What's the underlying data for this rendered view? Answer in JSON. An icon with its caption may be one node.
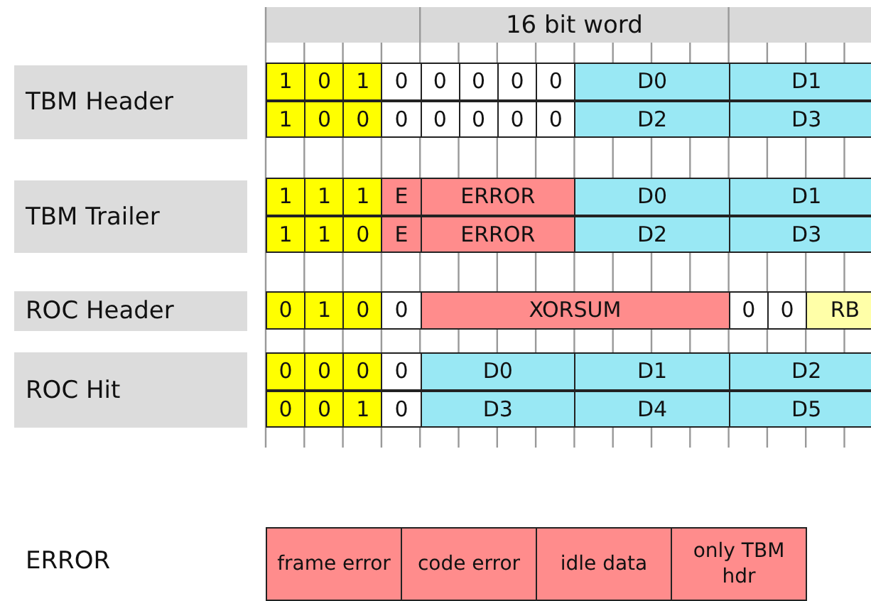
{
  "diagram": {
    "nodes": [
      {
        "text": [
          "16 bit word"
        ]
      },
      {
        "text": [
          "TBM Header"
        ]
      },
      {
        "text": [
          "1"
        ]
      },
      {
        "text": [
          "0"
        ]
      },
      {
        "text": [
          "1"
        ]
      },
      {
        "text": [
          "0"
        ]
      },
      {
        "text": [
          "0"
        ]
      },
      {
        "text": [
          "0"
        ]
      },
      {
        "text": [
          "0"
        ]
      },
      {
        "text": [
          "0"
        ]
      },
      {
        "text": [
          "D0"
        ]
      },
      {
        "text": [
          "D1"
        ]
      },
      {
        "text": [
          "1"
        ]
      },
      {
        "text": [
          "0"
        ]
      },
      {
        "text": [
          "0"
        ]
      },
      {
        "text": [
          "0"
        ]
      },
      {
        "text": [
          "0"
        ]
      },
      {
        "text": [
          "0"
        ]
      },
      {
        "text": [
          "0"
        ]
      },
      {
        "text": [
          "0"
        ]
      },
      {
        "text": [
          "D2"
        ]
      },
      {
        "text": [
          "D3"
        ]
      },
      {
        "text": [
          "TBM Trailer"
        ]
      },
      {
        "text": [
          "1"
        ]
      },
      {
        "text": [
          "1"
        ]
      },
      {
        "text": [
          "1"
        ]
      },
      {
        "text": [
          "E"
        ]
      },
      {
        "text": [
          "ERROR"
        ]
      },
      {
        "text": [
          "D0"
        ]
      },
      {
        "text": [
          "D1"
        ]
      },
      {
        "text": [
          "1"
        ]
      },
      {
        "text": [
          "1"
        ]
      },
      {
        "text": [
          "0"
        ]
      },
      {
        "text": [
          "E"
        ]
      },
      {
        "text": [
          "ERROR"
        ]
      },
      {
        "text": [
          "D2"
        ]
      },
      {
        "text": [
          "D3"
        ]
      },
      {
        "text": [
          "ROC Header"
        ]
      },
      {
        "text": [
          "0"
        ]
      },
      {
        "text": [
          "1"
        ]
      },
      {
        "text": [
          "0"
        ]
      },
      {
        "text": [
          "0"
        ]
      },
      {
        "text": [
          "XORSUM"
        ]
      },
      {
        "text": [
          "0"
        ]
      },
      {
        "text": [
          "0"
        ]
      },
      {
        "text": [
          "RB"
        ]
      },
      {
        "text": [
          "ROC Hit"
        ]
      },
      {
        "text": [
          "0"
        ]
      },
      {
        "text": [
          "0"
        ]
      },
      {
        "text": [
          "0"
        ]
      },
      {
        "text": [
          "0"
        ]
      },
      {
        "text": [
          "D0"
        ]
      },
      {
        "text": [
          "D1"
        ]
      },
      {
        "text": [
          "D2"
        ]
      },
      {
        "text": [
          "0"
        ]
      },
      {
        "text": [
          "0"
        ]
      },
      {
        "text": [
          "1"
        ]
      },
      {
        "text": [
          "0"
        ]
      },
      {
        "text": [
          "D3"
        ]
      },
      {
        "text": [
          "D4"
        ]
      },
      {
        "text": [
          "D5"
        ]
      },
      {
        "text": [
          "frame error"
        ]
      },
      {
        "text": [
          "code error"
        ]
      },
      {
        "text": [
          "idle data"
        ]
      },
      {
        "text": [
          "only TBM hdr"
        ]
      }
    ],
    "labels": [
      "ERROR"
    ]
  }
}
